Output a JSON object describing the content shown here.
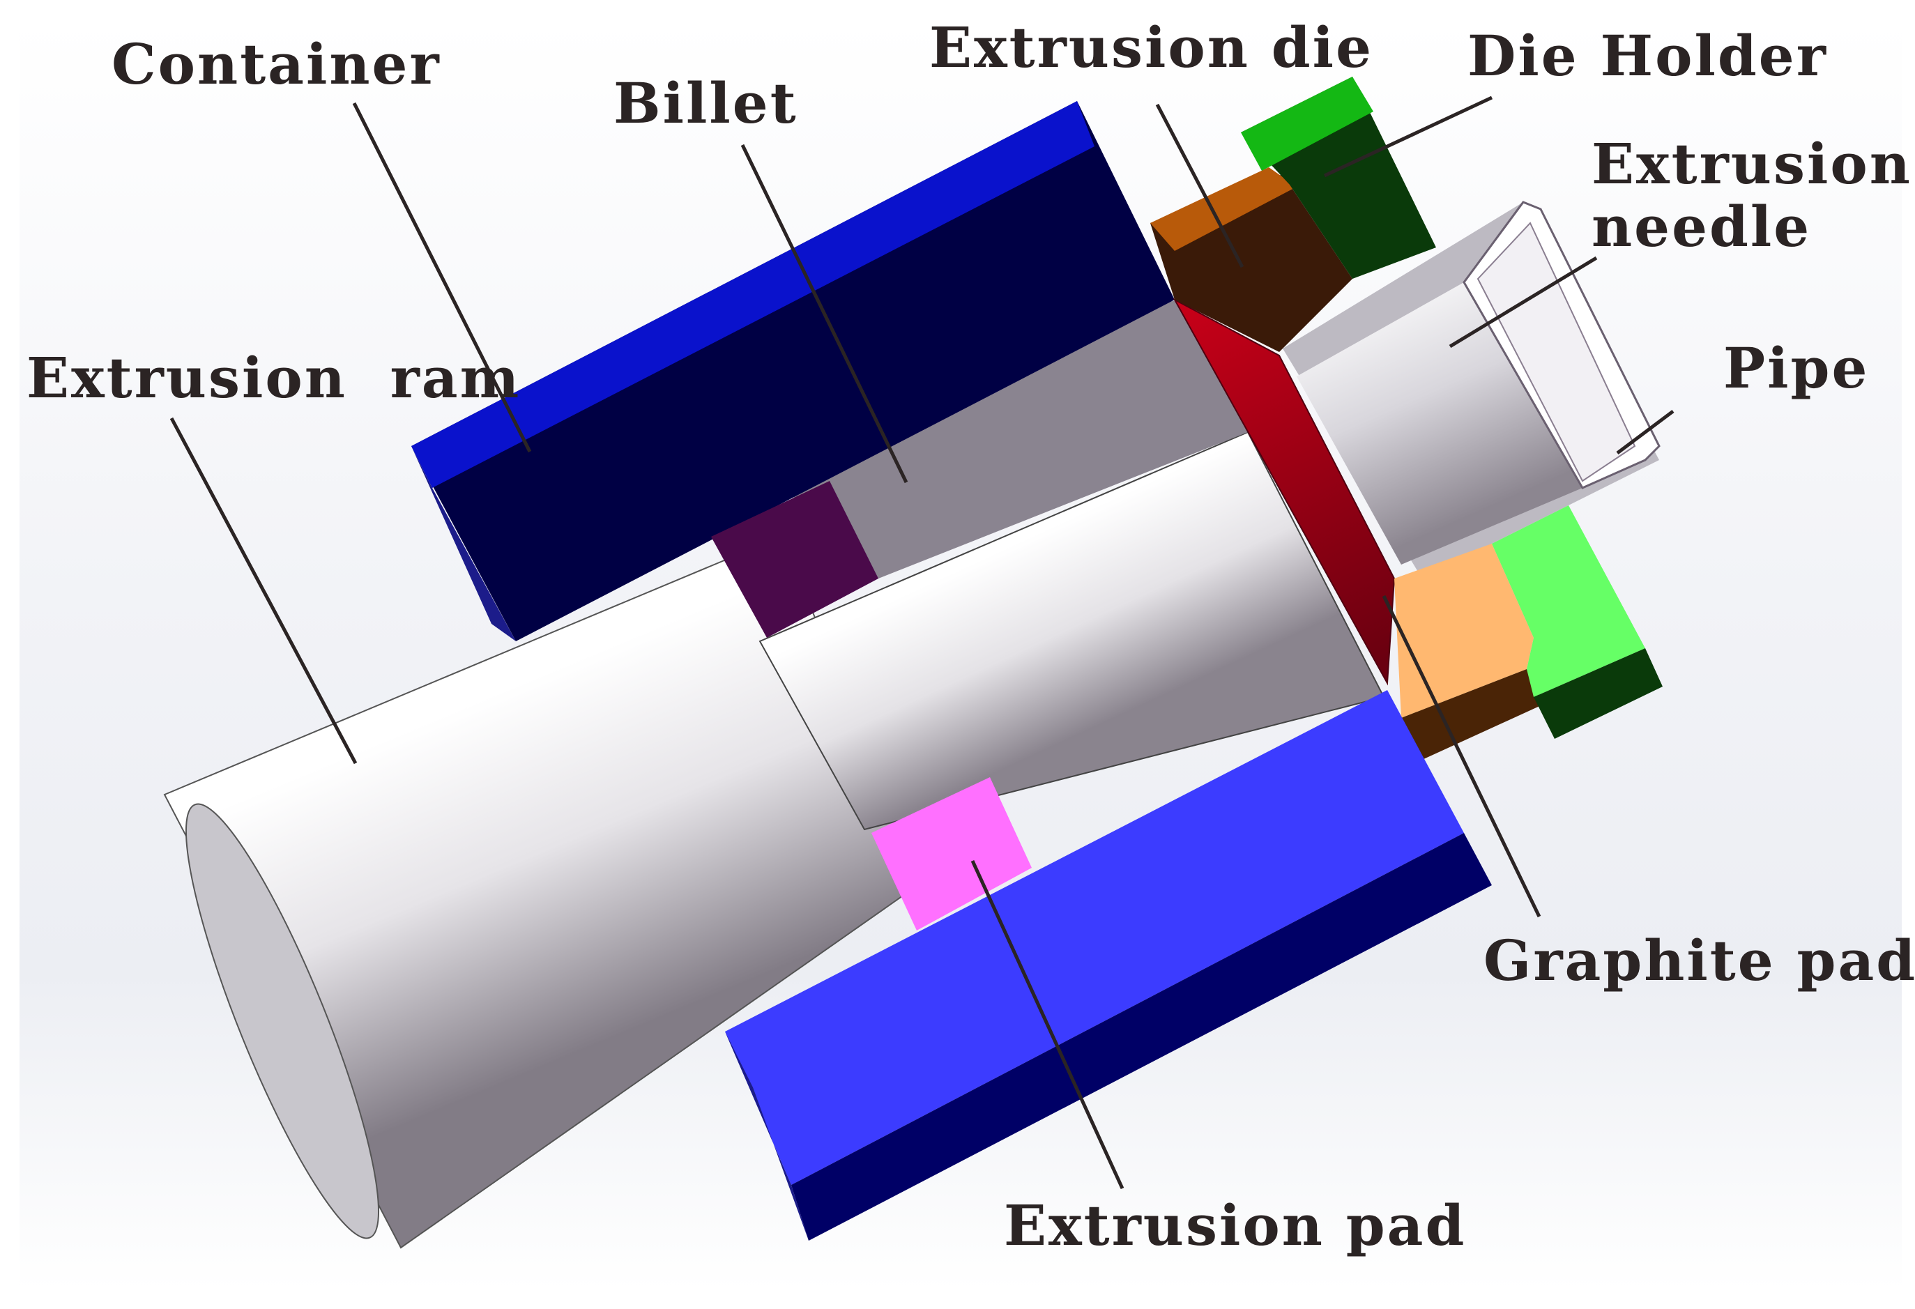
{
  "labels": {
    "container": "Container",
    "billet": "Billet",
    "extrusion_die": "Extrusion die",
    "die_holder": "Die Holder",
    "extrusion_needle": "Extrusion\nneedle",
    "pipe": "Pipe",
    "extrusion_ram": "Extrusion  ram",
    "graphite_pad": "Graphite pad",
    "extrusion_pad": "Extrusion pad"
  },
  "colors": {
    "container_top": "#0a12cc",
    "container_top_face": "#000044",
    "container_bottom": "#3c3cff",
    "container_bottom_face": "#000066",
    "billet": "#8a8490",
    "extrusion_pad_top": "#4a0a4a",
    "extrusion_pad_bottom": "#ff70ff",
    "graphite_pad": "#b0001a",
    "die_top": "#3a1a08",
    "die_top_face": "#b85a0a",
    "die_bottom": "#ffb870",
    "die_holder_top": "#0a3a0a",
    "die_holder_top_face": "#14b814",
    "die_holder_bottom": "#66ff66",
    "leader": "#2b2424",
    "text": "#2b2424"
  }
}
